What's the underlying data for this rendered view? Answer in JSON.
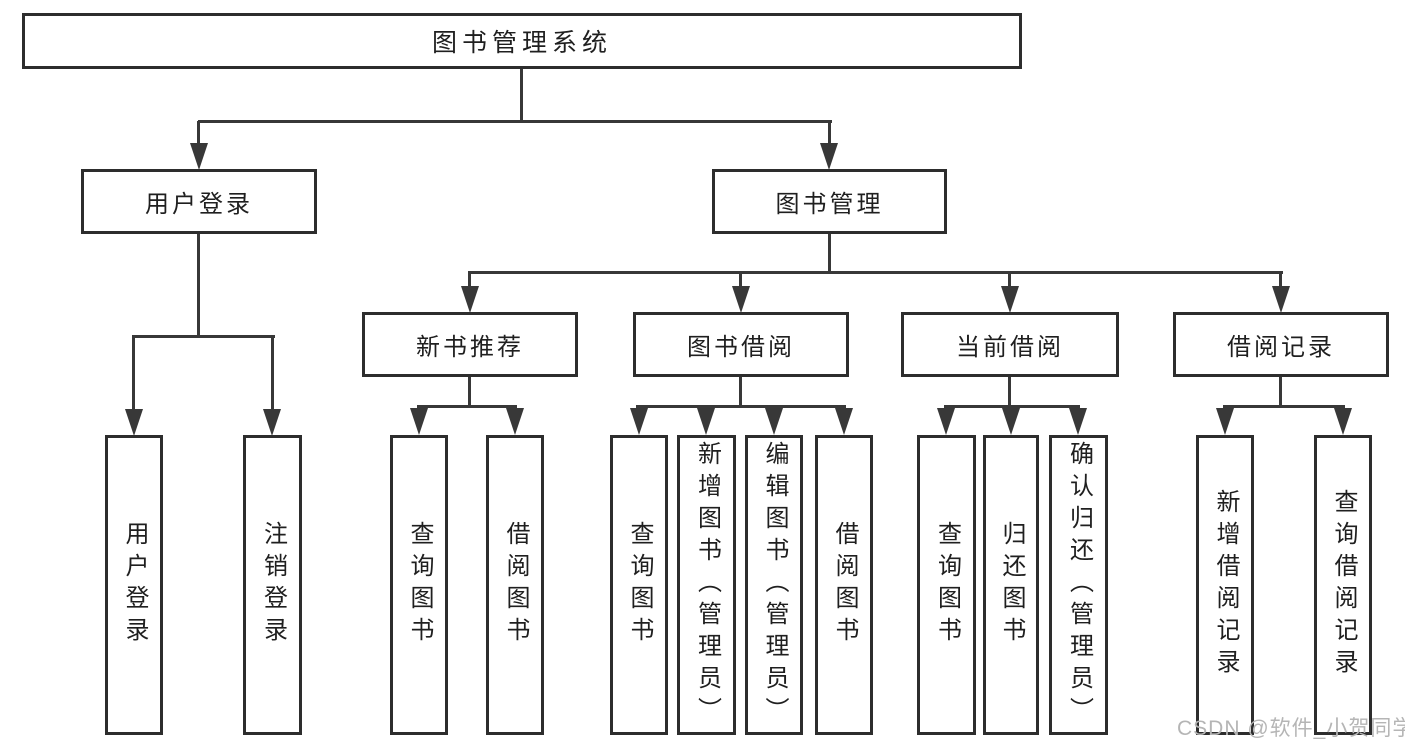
{
  "tree": {
    "root": "图书管理系统",
    "branches": [
      {
        "label": "用户登录",
        "children": [
          "用户登录",
          "注销登录"
        ]
      },
      {
        "label": "图书管理",
        "groups": [
          {
            "label": "新书推荐",
            "children": [
              "查询图书",
              "借阅图书"
            ]
          },
          {
            "label": "图书借阅",
            "children": [
              "查询图书",
              "新增图书（管理员）",
              "编辑图书（管理员）",
              "借阅图书"
            ]
          },
          {
            "label": "当前借阅",
            "children": [
              "查询图书",
              "归还图书",
              "确认归还（管理员）"
            ]
          },
          {
            "label": "借阅记录",
            "children": [
              "新增借阅记录",
              "查询借阅记录"
            ]
          }
        ]
      }
    ]
  },
  "watermark": "CSDN @软件_小贺同学",
  "colors": {
    "background": "#ffffff",
    "line": "#383838",
    "box_border": "#2d2d2d",
    "text": "#1f1f1f",
    "watermark": "#b5b5b5"
  }
}
